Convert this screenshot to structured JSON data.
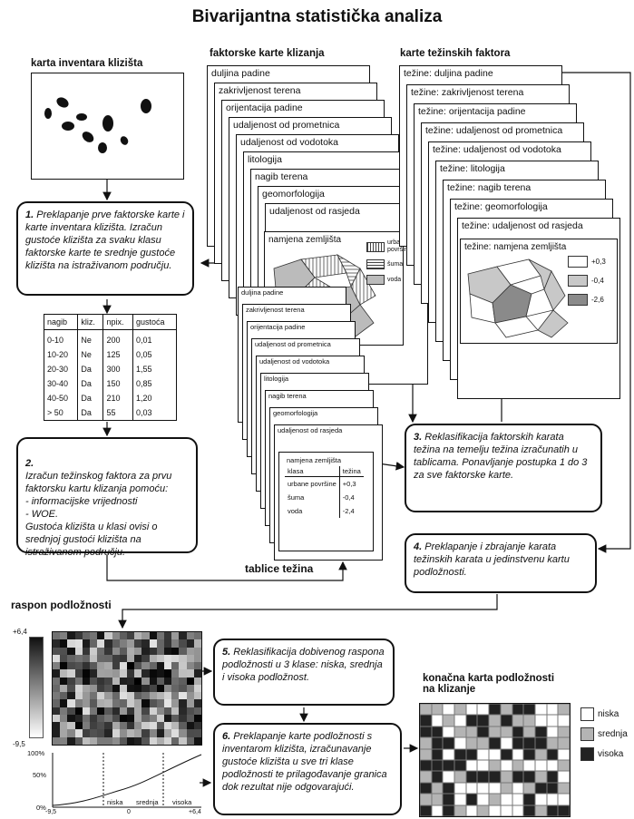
{
  "title": "Bivarijantna statistička analiza",
  "inventory_label": "karta inventara klizišta",
  "factor_maps_label": "faktorske karte klizanja",
  "weight_maps_label": "karte težinskih faktora",
  "weight_tables_label": "tablice težina",
  "factor_maps": [
    "duljina padine",
    "zakrivljenost terena",
    "orijentacija padine",
    "udaljenost od prometnica",
    "udaljenost od vodotoka",
    "litologija",
    "nagib terena",
    "geomorfologija",
    "udaljenost od rasjeda",
    "namjena zemljišta"
  ],
  "weight_maps": [
    "težine: duljina padine",
    "težine: zakrivljenost terena",
    "težine: orijentacija padine",
    "težine: udaljenost od prometnica",
    "težine: udaljenost od vodotoka",
    "težine: litologija",
    "težine: nagib terena",
    "težine: geomorfologija",
    "težine: udaljenost od rasjeda",
    "težine: namjena zemljišta"
  ],
  "table_stack": [
    "duljina padine",
    "zakrivljenost terena",
    "orijentacija padine",
    "udaljenost od prometnica",
    "udaljenost od vodotoka",
    "litologija",
    "nagib terena",
    "geomorfologija",
    "udaljenost od rasjeda"
  ],
  "landuse_legend": [
    {
      "label": "urbane površine",
      "pattern": "hatch-v"
    },
    {
      "label": "šuma",
      "pattern": "hatch-h"
    },
    {
      "label": "voda",
      "pattern": "grey"
    }
  ],
  "weight_legend": [
    {
      "label": "+0,3",
      "color": "#ffffff"
    },
    {
      "label": "-0,4",
      "color": "#c8c8c8"
    },
    {
      "label": "-2,6",
      "color": "#8a8a8a"
    }
  ],
  "weight_table": {
    "title": "namjena zemljišta",
    "headers": [
      "klasa",
      "težina"
    ],
    "rows": [
      [
        "urbane površine",
        "+0,3"
      ],
      [
        "šuma",
        "-0,4"
      ],
      [
        "voda",
        "-2,4"
      ]
    ]
  },
  "density_table": {
    "headers": [
      "nagib",
      "kliz.",
      "npix.",
      "gustoća"
    ],
    "rows": [
      [
        "0-10",
        "Ne",
        "200",
        "0,01"
      ],
      [
        "10-20",
        "Ne",
        "125",
        "0,05"
      ],
      [
        "20-30",
        "Da",
        "300",
        "1,55"
      ],
      [
        "30-40",
        "Da",
        "150",
        "0,85"
      ],
      [
        "40-50",
        "Da",
        "210",
        "1,20"
      ],
      [
        "> 50",
        "Da",
        "55",
        "0,03"
      ]
    ]
  },
  "steps": {
    "s1": {
      "num": "1.",
      "text": "Preklapanje prve faktorske karte i karte inventara klizišta. Izračun gustoće klizišta za svaku klasu faktorske karte te srednje gustoće klizišta na istraživanom području."
    },
    "s2": {
      "num": "2.",
      "text": "Izračun težinskog faktora za prvu faktorsku kartu klizanja pomoću:\n- informacijske vrijednosti\n- WOE.\nGustoća klizišta u klasi ovisi o srednjoj gustoći klizišta na istraživanom području."
    },
    "s3": {
      "num": "3.",
      "text": "Reklasifikacija faktorskih karata težina na temelju težina izračunatih u tablicama. Ponavljanje postupka 1 do 3 za sve faktorske karte."
    },
    "s4": {
      "num": "4.",
      "text": "Preklapanje i zbrajanje karata težinskih karata u jedinstvenu kartu podložnosti."
    },
    "s5": {
      "num": "5.",
      "text": "Reklasifikacija dobivenog raspona podložnosti u 3 klase: niska, srednja i visoka podložnost."
    },
    "s6": {
      "num": "6.",
      "text": "Preklapanje karte podložnosti s inventarom klizišta, izračunavanje gustoće klizišta u sve tri klase podložnosti te prilagođavanje granica dok rezultat nije odgovarajući."
    }
  },
  "range_label": "raspon podložnosti",
  "range_max": "+6,4",
  "range_min": "-9,5",
  "final_map_label": "konačna karta podložnosti na klizanje",
  "final_legend": [
    {
      "label": "niska",
      "color": "#ffffff"
    },
    {
      "label": "srednja",
      "color": "#b4b4b4"
    },
    {
      "label": "visoka",
      "color": "#222222"
    }
  ],
  "cumulative_chart": {
    "y_ticks": [
      "100%",
      "50%",
      "0%"
    ],
    "x_ticks": [
      "-9,5",
      "0",
      "+6,4"
    ],
    "classes": [
      "niska",
      "srednja",
      "visoka"
    ]
  }
}
